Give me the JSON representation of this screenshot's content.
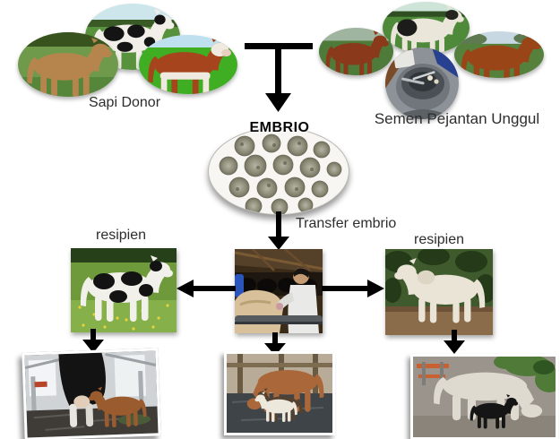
{
  "labels": {
    "sapi_donor": "Sapi Donor",
    "semen_pejantan_unggul": "Semen Pejantan Unggul",
    "embrio": "EMBRIO",
    "transfer_embrio": "Transfer embrio",
    "resipien_left": "resipien",
    "resipien_right": "resipien"
  },
  "colors": {
    "background": "#ffffff",
    "arrow": "#000000",
    "label_text": "#2d2d2d",
    "embrio_text": "#050505",
    "embryo_oval_bg": "#f7f6f2",
    "embryo_blob": "#85846f",
    "grass_green": "#4e8a33",
    "bright_green": "#3fae22",
    "sky_blue": "#cde6ec",
    "cow_tan": "#b5854d",
    "cow_red_brown": "#9a4518",
    "cow_white": "#efece4",
    "cow_black": "#121212",
    "barn_brown": "#3a2a18",
    "lab_coat_white": "#e9e9e7",
    "tank_gray": "#8d9298",
    "floor_dark": "#3f3c38"
  }
}
